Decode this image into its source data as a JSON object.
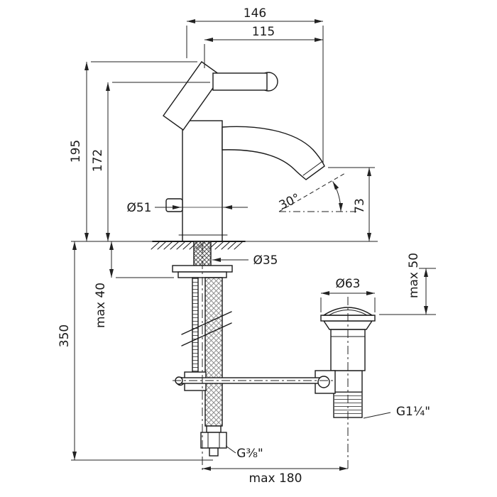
{
  "drawing": {
    "type": "technical-dimension-drawing",
    "subject": "single-lever basin mixer faucet with pop-up waste, front elevation with installation dimensions"
  },
  "labels": {
    "spout_reach_total": "146",
    "spout_reach": "115",
    "height_total": "195",
    "height_to_lever": "172",
    "body_diameter": "Ø51",
    "spout_angle": "30°",
    "spout_height": "73",
    "shank_diameter": "Ø35",
    "max_deck_thickness": "max 40",
    "below_deck_length": "350",
    "waste_flange_diameter": "Ø63",
    "waste_max_height": "max 50",
    "waste_thread": "G1¼\"",
    "hose_thread": "G⅜\"",
    "max_center_distance": "max 180"
  },
  "colors": {
    "ink": "#1a1a1a",
    "dimension": "#222222",
    "texture": "#8f8f8f",
    "background": "#ffffff"
  }
}
